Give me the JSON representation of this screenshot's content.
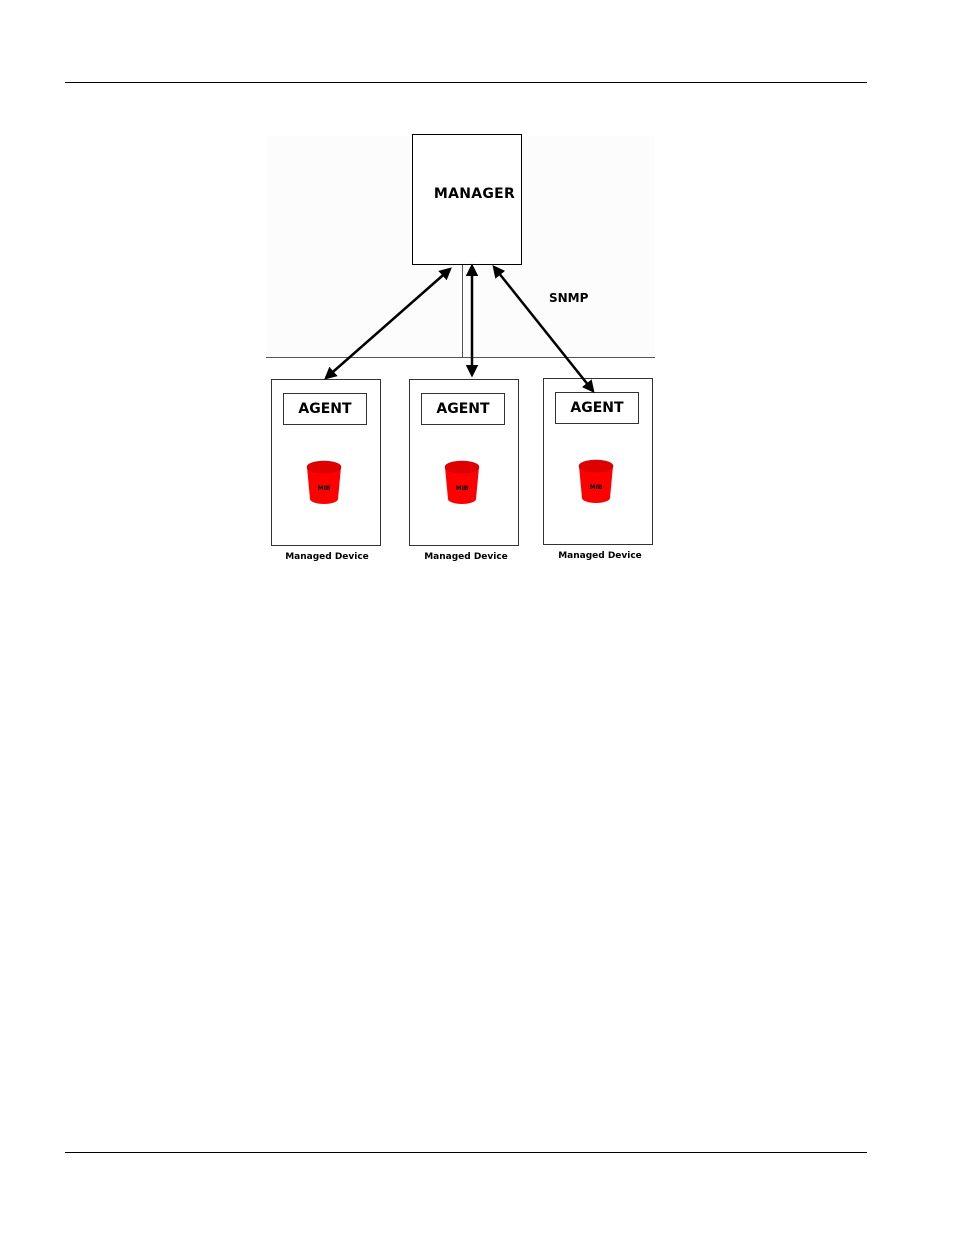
{
  "diagram": {
    "manager": {
      "label": "MANAGER"
    },
    "protocol": {
      "label": "SNMP"
    },
    "devices": [
      {
        "agent_label": "AGENT",
        "mib_label": "MIB",
        "caption": "Managed Device"
      },
      {
        "agent_label": "AGENT",
        "mib_label": "MIB",
        "caption": "Managed Device"
      },
      {
        "agent_label": "AGENT",
        "mib_label": "MIB",
        "caption": "Managed Device"
      }
    ]
  },
  "colors": {
    "mib_fill": "#ff0000",
    "mib_dark": "#cc0000",
    "line": "#000000"
  },
  "icons": {
    "mib": "database-cylinder-icon"
  }
}
